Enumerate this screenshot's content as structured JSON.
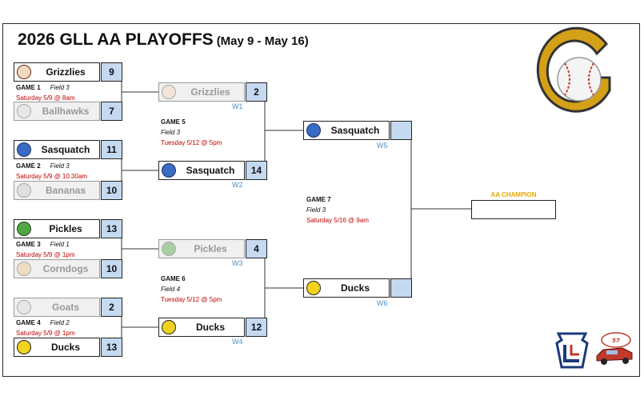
{
  "title": {
    "main": "2026 GLL AA PLAYOFFS",
    "dates": "(May 9 - May 16)"
  },
  "colors": {
    "score_fill": "#c5d9f1",
    "winner_label": "#4a90c8",
    "date_text": "#c00000",
    "champion_label": "#e6a800",
    "logo_gold": "#d4a017"
  },
  "round1": [
    {
      "game": "GAME 1",
      "field": "Field 3",
      "date": "Saturday 5/9 @ 8am",
      "top": {
        "team": "Grizzlies",
        "score": "9",
        "logo": "bear-icon",
        "faded": false
      },
      "bottom": {
        "team": "Ballhawks",
        "score": "7",
        "logo": "hawk-icon",
        "faded": true
      }
    },
    {
      "game": "GAME 2",
      "field": "Field 3",
      "date": "Saturday 5/9 @ 10.30am",
      "top": {
        "team": "Sasquatch",
        "score": "11",
        "logo": "sasquatch-icon",
        "faded": false
      },
      "bottom": {
        "team": "Bananas",
        "score": "10",
        "logo": "banana-icon",
        "faded": true
      }
    },
    {
      "game": "GAME 3",
      "field": "Field 1",
      "date": "Saturday 5/9 @ 1pm",
      "top": {
        "team": "Pickles",
        "score": "13",
        "logo": "pickle-icon",
        "faded": false
      },
      "bottom": {
        "team": "Corndogs",
        "score": "10",
        "logo": "corndog-icon",
        "faded": true
      }
    },
    {
      "game": "GAME 4",
      "field": "Field 2",
      "date": "Saturday 5/9 @ 1pm",
      "top": {
        "team": "Goats",
        "score": "2",
        "logo": "goat-icon",
        "faded": true
      },
      "bottom": {
        "team": "Ducks",
        "score": "13",
        "logo": "duck-icon",
        "faded": false
      }
    }
  ],
  "round2": [
    {
      "game": "GAME 5",
      "field": "Field 3",
      "date": "Tuesday 5/12 @ 5pm",
      "top": {
        "team": "Grizzlies",
        "score": "2",
        "label": "W1",
        "logo": "bear-icon",
        "faded": true
      },
      "bottom": {
        "team": "Sasquatch",
        "score": "14",
        "label": "W2",
        "logo": "sasquatch-icon",
        "faded": false
      }
    },
    {
      "game": "GAME 6",
      "field": "Field 4",
      "date": "Tuesday 5/12 @ 5pm",
      "top": {
        "team": "Pickles",
        "score": "4",
        "label": "W3",
        "logo": "pickle-icon",
        "faded": true
      },
      "bottom": {
        "team": "Ducks",
        "score": "12",
        "label": "W4",
        "logo": "duck-icon",
        "faded": false
      }
    }
  ],
  "final": {
    "game": "GAME 7",
    "field": "Field 3",
    "date": "Saturday 5/16 @ 9am",
    "top": {
      "team": "Sasquatch",
      "score": "",
      "label": "W5",
      "logo": "sasquatch-icon",
      "faded": false
    },
    "bottom": {
      "team": "Ducks",
      "score": "",
      "label": "W6",
      "logo": "duck-icon",
      "faded": false
    }
  },
  "champion": {
    "label": "AA CHAMPION",
    "team": ""
  },
  "logos": {
    "main": "gll-baseball-logo",
    "little_league": "little-league-keystone-icon",
    "car": "california-57-car-logo"
  }
}
